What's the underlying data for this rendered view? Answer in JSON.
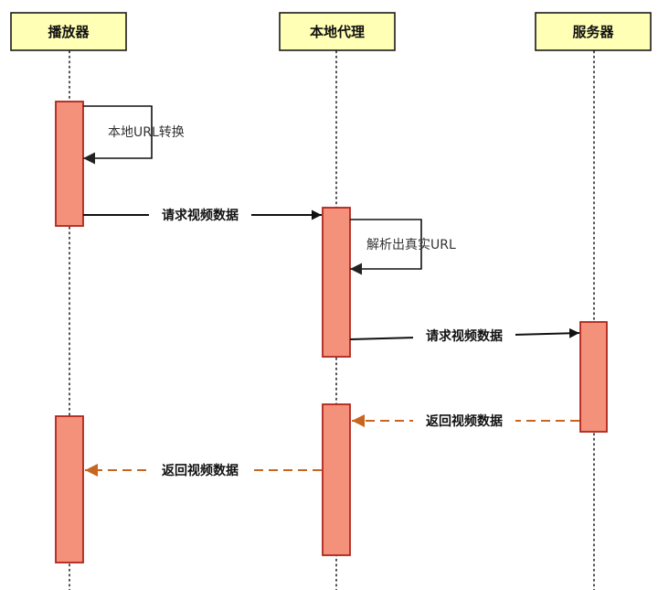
{
  "participants": [
    {
      "id": "player",
      "label": "播放器"
    },
    {
      "id": "proxy",
      "label": "本地代理"
    },
    {
      "id": "server",
      "label": "服务器"
    }
  ],
  "messages": [
    {
      "id": "self_player",
      "from": "player",
      "to": "player",
      "kind": "self",
      "label": "本地URL转换"
    },
    {
      "id": "req_proxy",
      "from": "player",
      "to": "proxy",
      "kind": "sync",
      "label": "请求视频数据"
    },
    {
      "id": "self_proxy",
      "from": "proxy",
      "to": "proxy",
      "kind": "self",
      "label": "解析出真实URL"
    },
    {
      "id": "req_server",
      "from": "proxy",
      "to": "server",
      "kind": "sync",
      "label": "请求视频数据"
    },
    {
      "id": "ret_proxy",
      "from": "server",
      "to": "proxy",
      "kind": "return",
      "label": "返回视频数据"
    },
    {
      "id": "ret_player",
      "from": "proxy",
      "to": "player",
      "kind": "return",
      "label": "返回视频数据"
    }
  ],
  "colors": {
    "participant_fill": "#ffffb5",
    "activation_fill": "#f3917b",
    "activation_stroke": "#b0251c",
    "return_arrow": "#c8661f",
    "sync_arrow": "#111111"
  }
}
